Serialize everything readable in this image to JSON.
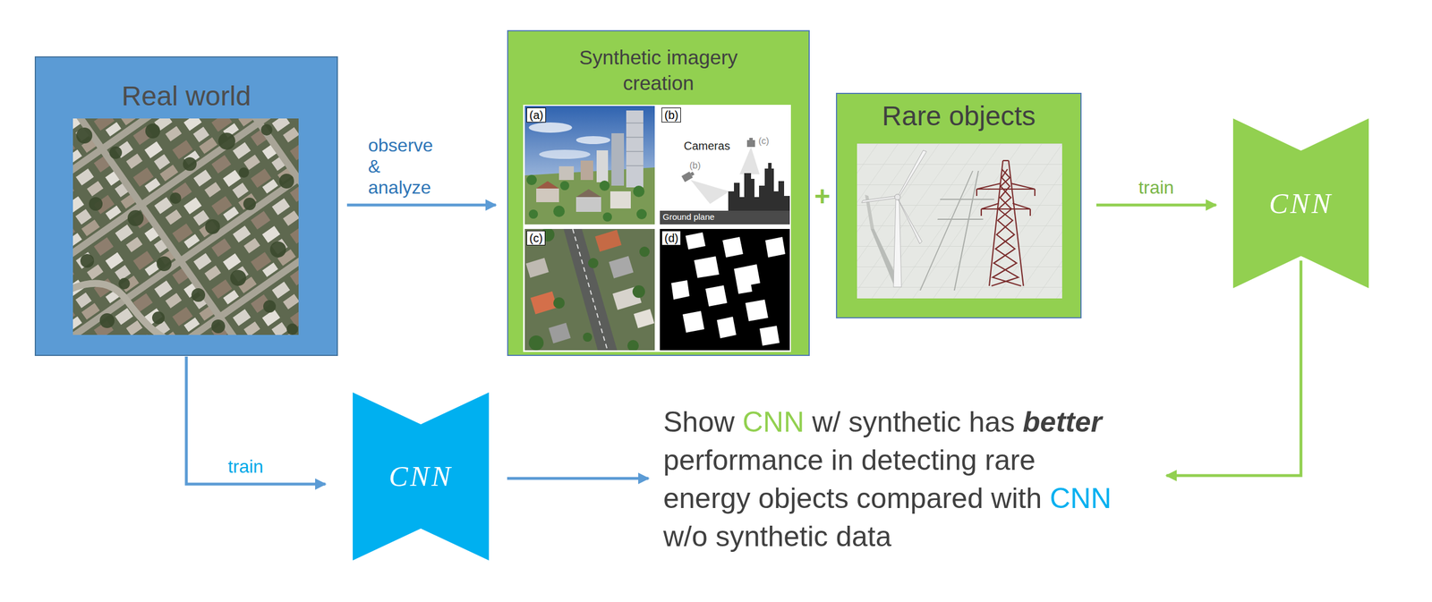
{
  "diagram": {
    "nodes": [
      {
        "text": [
          "Real world"
        ]
      },
      {
        "text": [
          "Synthetic imagery creation"
        ]
      },
      {
        "text": [
          "Rare objects"
        ]
      },
      {
        "text": [
          "CNN"
        ]
      },
      {
        "text": [
          "CNN"
        ]
      },
      {
        "text": [
          "Show CNN w/ synthetic has better performance in detecting rare energy objects compared with CNN w/o synthetic data"
        ]
      }
    ],
    "edges": [
      {
        "from": 0,
        "to": 1,
        "label": "observe & analyze",
        "arrow": "to"
      },
      {
        "from": 2,
        "to": 3,
        "label": "train",
        "arrow": "to"
      },
      {
        "from": 3,
        "to": 5,
        "arrow": "to"
      },
      {
        "from": 0,
        "to": 4,
        "label": "train",
        "arrow": "to"
      },
      {
        "from": 4,
        "to": 5,
        "arrow": "to"
      }
    ],
    "labels": [
      "(a)",
      "(b)",
      "Cameras",
      "(c)",
      "(b)",
      "Ground plane",
      "(c)",
      "(d)",
      "+"
    ]
  }
}
